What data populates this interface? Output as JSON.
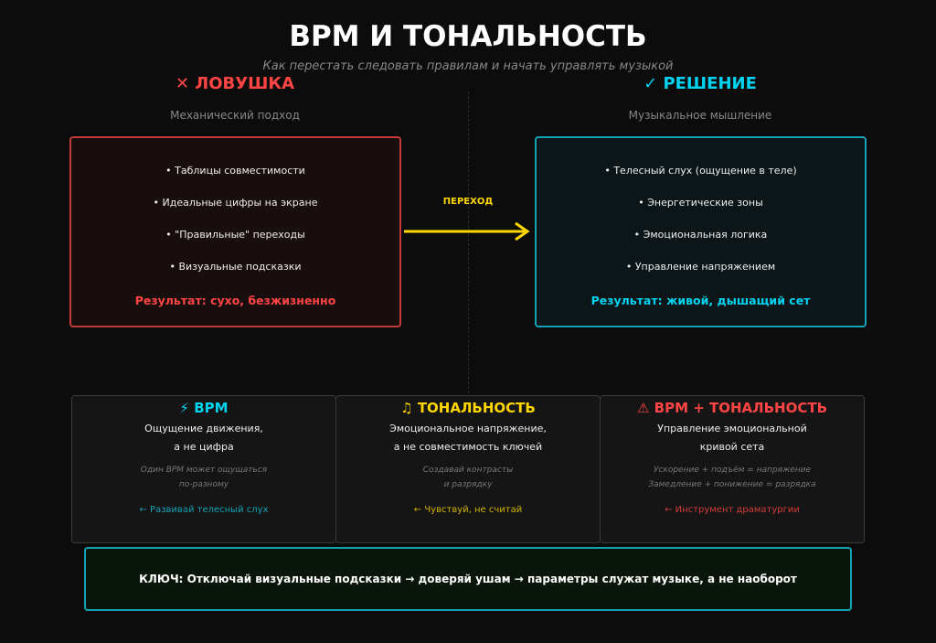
{
  "title": "BPM И ТОНАЛЬНОСТЬ",
  "subtitle": "Как перестать следовать правилам и начать управлять музыкой",
  "colors": {
    "red": "#ff4444",
    "cyan": "#00d4f0",
    "yellow": "#ffd700"
  },
  "trap": {
    "heading": "✕ ЛОВУШКА",
    "sub": "Механический подход",
    "items": [
      "• Таблицы совместимости",
      "• Идеальные цифры на экране",
      "• \"Правильные\" переходы",
      "• Визуальные подсказки"
    ],
    "result": "Результат: сухо, безжизненно"
  },
  "transition": {
    "label": "ПЕРЕХОД"
  },
  "solution": {
    "heading": "✓ РЕШЕНИЕ",
    "sub": "Музыкальное мышление",
    "items": [
      "• Телесный слух (ощущение в теле)",
      "• Энергетические зоны",
      "• Эмоциональная логика",
      "• Управление напряжением"
    ],
    "result": "Результат: живой, дышащий сет"
  },
  "cards": [
    {
      "icon": "⚡",
      "title": "BPM",
      "desc1": "Ощущение движения,",
      "desc2": "а не цифра",
      "note1": "Один BPM может ощущаться",
      "note2": "по-разному",
      "tip": "← Развивай телесный слух"
    },
    {
      "icon": "♫",
      "title": "ТОНАЛЬНОСТЬ",
      "desc1": "Эмоциональное напряжение,",
      "desc2": "а не совместимость ключей",
      "note1": "Создавай контрасты",
      "note2": "и разрядку",
      "tip": "← Чувствуй, не считай"
    },
    {
      "icon": "⚠",
      "title": "BPM + ТОНАЛЬНОСТЬ",
      "desc1": "Управление эмоциональной",
      "desc2": "кривой сета",
      "note1": "Ускорение + подъём = напряжение",
      "note2": "Замедление + понижение = разрядка",
      "tip": "← Инструмент драматургии"
    }
  ],
  "key": "КЛЮЧ: Отключай визуальные подсказки → доверяй ушам → параметры служат музыке, а не наоборот"
}
